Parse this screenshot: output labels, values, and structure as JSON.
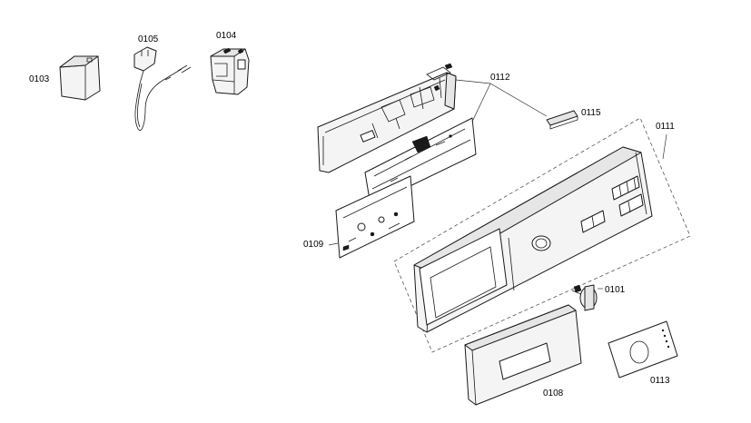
{
  "labels": {
    "p0103": "0103",
    "p0105": "0105",
    "p0104": "0104",
    "p0112": "0112",
    "p0115": "0115",
    "p0111": "0111",
    "p0109": "0109",
    "p0101": "0101",
    "p0108": "0108",
    "p0113": "0113"
  }
}
